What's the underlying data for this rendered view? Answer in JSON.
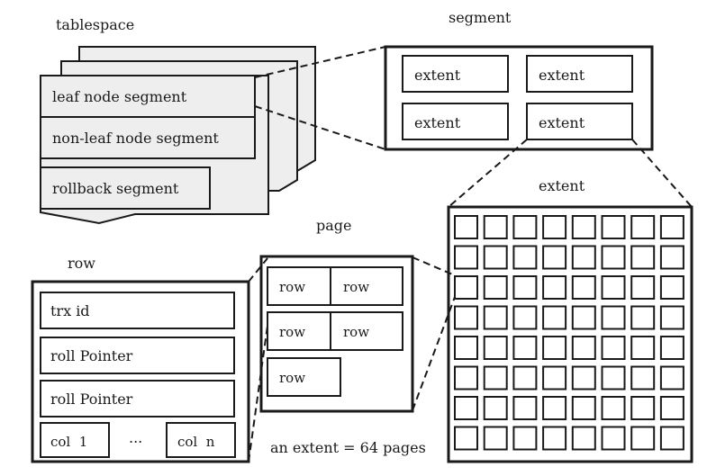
{
  "tablespace": {
    "title": "tablespace",
    "segments": [
      "leaf node segment",
      "non-leaf node segment",
      "rollback segment"
    ]
  },
  "segment": {
    "title": "segment",
    "extents": [
      "extent",
      "extent",
      "extent",
      "extent"
    ]
  },
  "extent": {
    "title": "extent",
    "rows": 8,
    "cols": 8
  },
  "page": {
    "title": "page",
    "rows": [
      "row",
      "row",
      "row",
      "row",
      "row"
    ],
    "note": "an extent = 64 pages"
  },
  "row": {
    "title": "row",
    "fields": [
      "trx id",
      "roll Pointer",
      "roll Pointer"
    ],
    "cols": [
      "col  1",
      "...",
      "col  n"
    ]
  }
}
